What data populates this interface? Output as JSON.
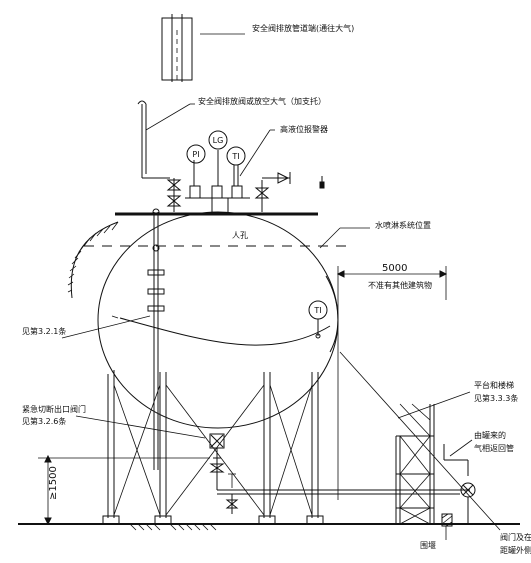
{
  "annotations": {
    "vent_pipe_top": "安全阀排放管道端(通往大气)",
    "relief_valve_outlet": "安全阀排放阀或放空大气（加支托）",
    "high_level_alarm": "高液位报警器",
    "manway": "人孔",
    "spray_water": "水喷淋系统位置",
    "dimension_5000": "5000",
    "no_obstruction": "不准有其他建筑物",
    "ref_3_2_1": "见第3.2.1条",
    "emergency_valve_1": "紧急切断出口阀门",
    "emergency_valve_2": "见第3.2.6条",
    "platform_1": "平台和楼梯",
    "platform_2": "见第3.3.3条",
    "vapor_return_1": "由罐来的",
    "vapor_return_2": "气相返回管",
    "valve_box_1": "阀门及在",
    "valve_box_2": "距罐外侧",
    "fence": "围堰",
    "dimension_1500": "≥1500"
  },
  "instruments": {
    "pi": "PI",
    "lg": "LG",
    "ti_top": "TI",
    "ti_side": "TI"
  }
}
